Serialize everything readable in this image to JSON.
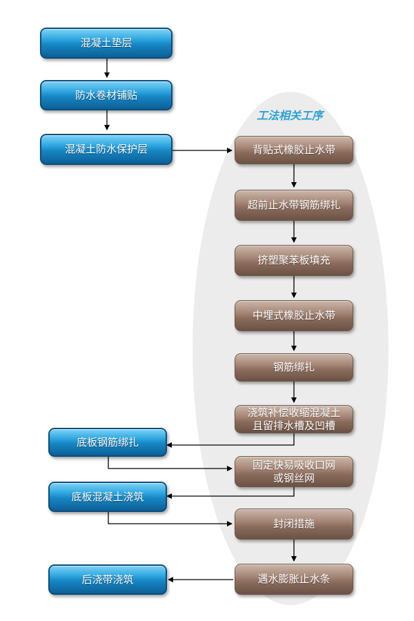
{
  "diagram": {
    "group_title": "工法相关工序",
    "left_column": {
      "concrete_cushion": "混凝土垫层",
      "waterproof_membrane": "防水卷材铺贴",
      "concrete_protection": "混凝土防水保护层",
      "floor_rebar": "底板钢筋绑扎",
      "floor_pour": "底板混凝土浇筑",
      "post_pour_strip": "后浇带浇筑"
    },
    "right_column": {
      "backing_waterstop": "背贴式橡胶止水带",
      "rebar_before_waterstop": "超前止水带钢筋绑扎",
      "xps_fill": "挤塑聚苯板填充",
      "embedded_waterstop": "中埋式橡胶止水带",
      "rebar_tying": "钢筋绑扎",
      "compensating_pour_line1": "浇筑补偿收缩混凝土",
      "compensating_pour_line2": "且留排水槽及凹槽",
      "mesh_line1": "固定快易吸收口网",
      "mesh_line2": "或钢丝网",
      "sealing": "封闭措施",
      "swelling_strip": "遇水膨胀止水条"
    },
    "colors": {
      "left_nodes": "#1686c3",
      "right_nodes": "#8a6b5b",
      "group_background": "#ececec",
      "title": "#2aa1d4",
      "arrows": "#000000"
    }
  }
}
